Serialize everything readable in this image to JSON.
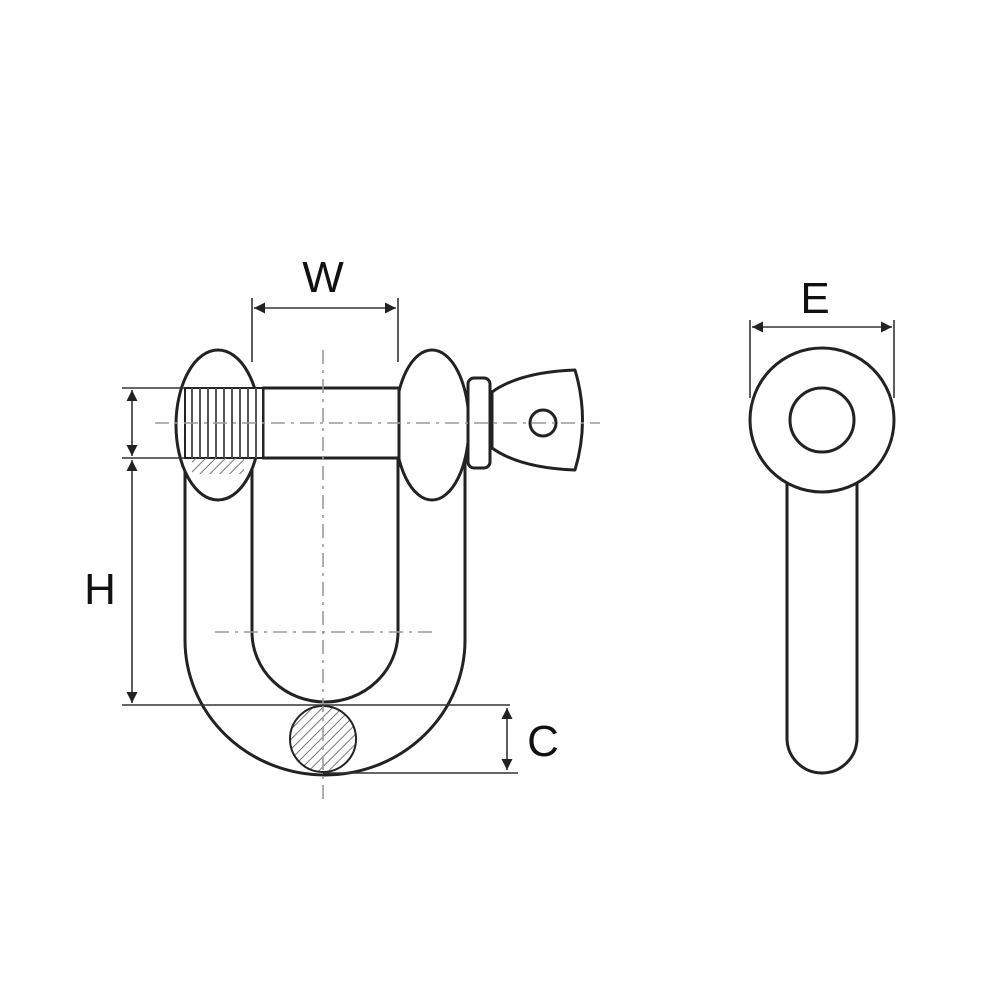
{
  "diagram": {
    "labels": {
      "w": "W",
      "h": "H",
      "c": "C",
      "e": "E"
    },
    "colors": {
      "line": "#222222",
      "centerline": "#9a9a9a",
      "background": "#ffffff"
    }
  }
}
